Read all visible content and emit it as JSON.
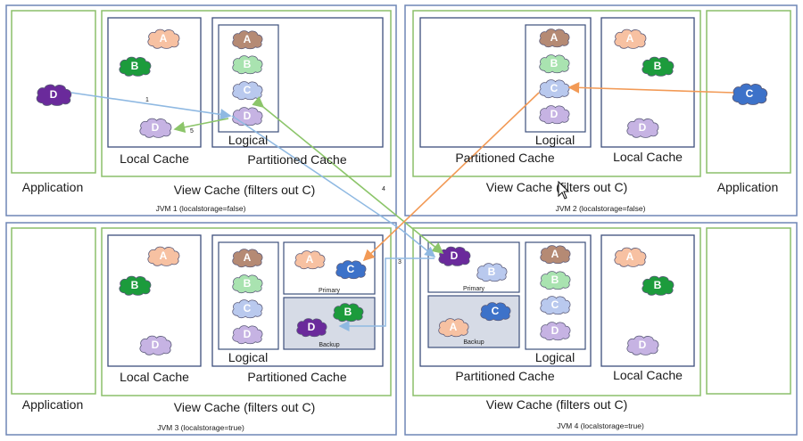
{
  "jvms": [
    {
      "label": "JVM 1 (localstorage=false)"
    },
    {
      "label": "JVM 2 (localstorage=false)"
    },
    {
      "label": "JVM 3 (localstorage=true)"
    },
    {
      "label": "JVM 4 (localstorage=true)"
    }
  ],
  "labels": {
    "application": "Application",
    "view_cache": "View Cache (filters out C)",
    "local_cache": "Local Cache",
    "partitioned_cache": "Partitioned Cache",
    "logical": "Logical",
    "primary": "Primary",
    "backup": "Backup"
  },
  "objects": {
    "a": "A",
    "b": "B",
    "c": "C",
    "d": "D"
  },
  "arrow_steps": {
    "s1": "1",
    "s3": "3",
    "s4": "4",
    "s5": "5"
  },
  "colors": {
    "a": "#f7c1a2",
    "a_dark": "#b58a74",
    "b": "#1c9b3c",
    "b_light": "#a9e3b0",
    "c": "#3d72c9",
    "c_light": "#b9c9ee",
    "d": "#6a2a9b",
    "d_light": "#c6b3e3",
    "jvm_border": "#6e86b6",
    "view_border": "#8bbf6a",
    "box_border": "#3d4f7c",
    "arrow_blue": "#8fb9e2",
    "arrow_green": "#8cc56a",
    "arrow_orange": "#f29a56"
  }
}
